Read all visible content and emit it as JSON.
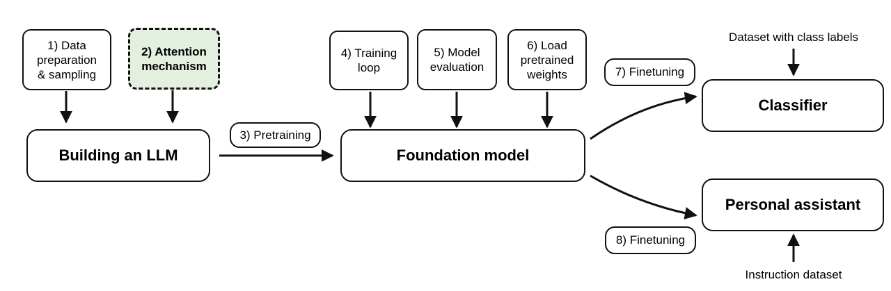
{
  "diagram": {
    "steps": {
      "data_prep": "1) Data\npreparation\n& sampling",
      "attention": "2) Attention\nmechanism",
      "pretraining": "3) Pretraining",
      "training_loop": "4) Training\nloop",
      "model_eval": "5) Model\nevaluation",
      "load_weights": "6) Load\npretrained\nweights",
      "finetuning_classifier": "7) Finetuning",
      "finetuning_assistant": "8) Finetuning"
    },
    "stages": {
      "building_llm": "Building an LLM",
      "foundation_model": "Foundation model",
      "classifier": "Classifier",
      "personal_assistant": "Personal assistant"
    },
    "inputs": {
      "class_labels": "Dataset with class labels",
      "instruction_dataset": "Instruction dataset"
    },
    "colors": {
      "stroke": "#111111",
      "highlight_fill": "#e3efdf"
    }
  }
}
